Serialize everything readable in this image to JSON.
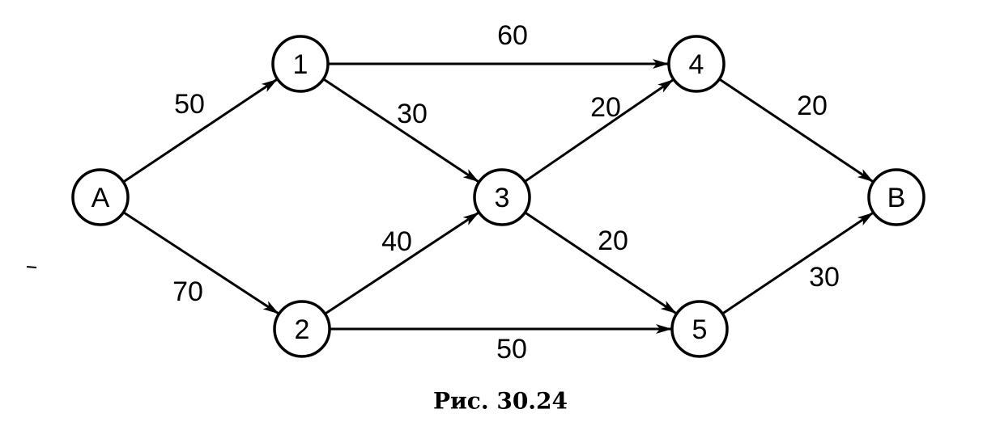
{
  "nodes": [
    {
      "id": "A",
      "label": "A"
    },
    {
      "id": "1",
      "label": "1"
    },
    {
      "id": "2",
      "label": "2"
    },
    {
      "id": "3",
      "label": "3"
    },
    {
      "id": "4",
      "label": "4"
    },
    {
      "id": "5",
      "label": "5"
    },
    {
      "id": "B",
      "label": "B"
    }
  ],
  "edges": [
    {
      "from": "A",
      "to": "1",
      "weight": "50"
    },
    {
      "from": "A",
      "to": "2",
      "weight": "70"
    },
    {
      "from": "1",
      "to": "4",
      "weight": "60"
    },
    {
      "from": "1",
      "to": "3",
      "weight": "30"
    },
    {
      "from": "2",
      "to": "3",
      "weight": "40"
    },
    {
      "from": "2",
      "to": "5",
      "weight": "50"
    },
    {
      "from": "3",
      "to": "4",
      "weight": "20"
    },
    {
      "from": "3",
      "to": "5",
      "weight": "20"
    },
    {
      "from": "4",
      "to": "B",
      "weight": "20"
    },
    {
      "from": "5",
      "to": "B",
      "weight": "30"
    }
  ],
  "caption": "Рис. 30.24"
}
